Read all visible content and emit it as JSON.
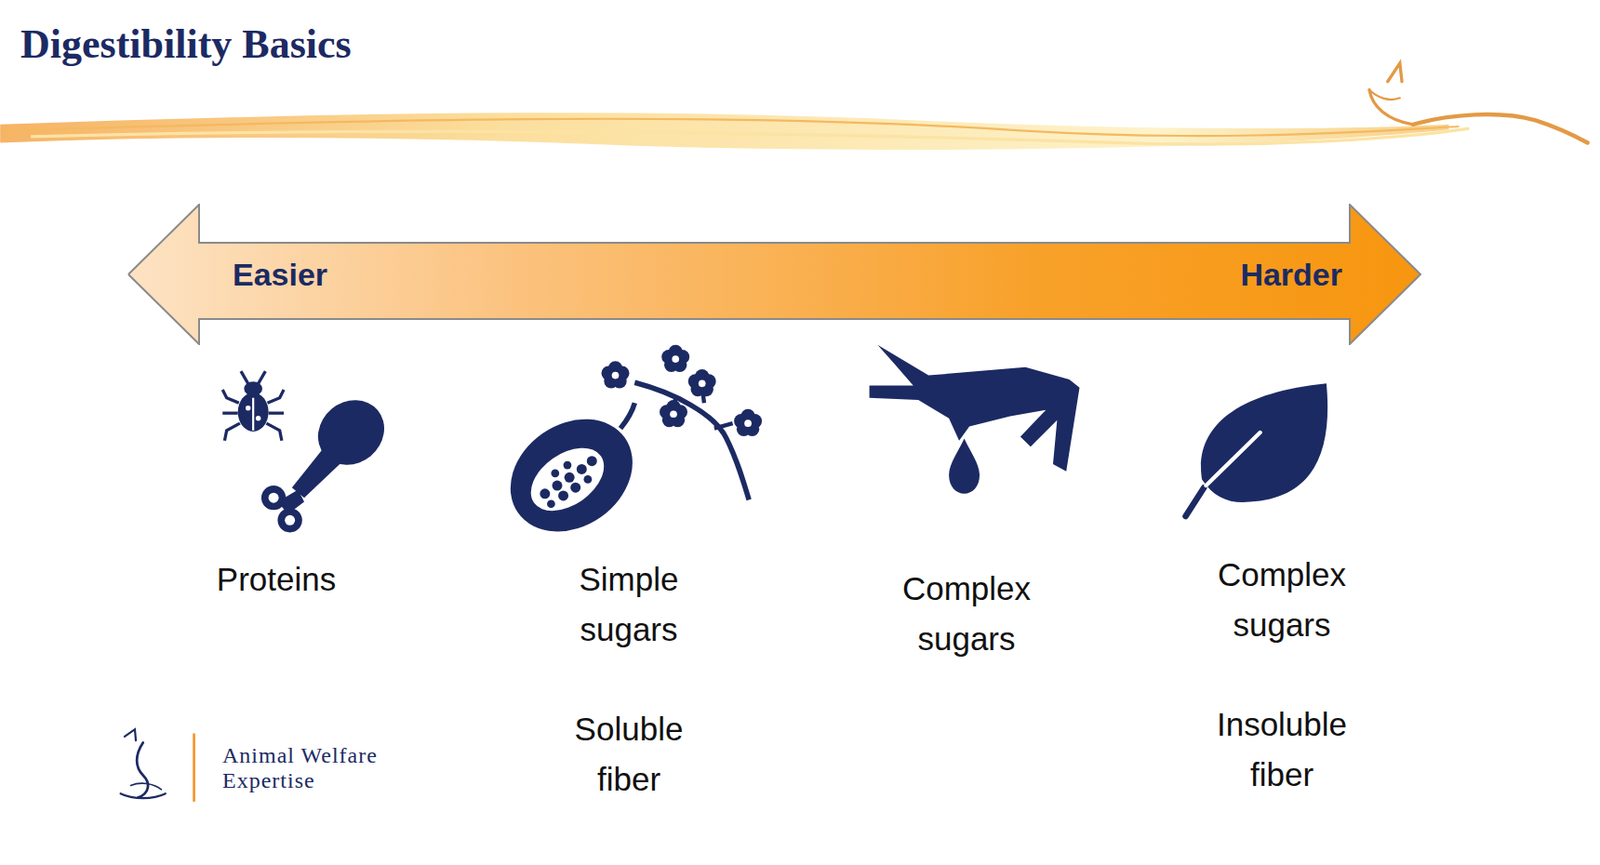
{
  "diagram": {
    "title": "Digestibility Basics",
    "nodes": [
      {
        "text": [
          "Easier",
          "Harder"
        ]
      }
    ],
    "labels": [
      "Proteins",
      "Simple sugars",
      "Soluble fiber",
      "Complex sugars",
      "Complex sugars",
      "Insoluble fiber",
      "Animal Welfare Expertise"
    ]
  }
}
